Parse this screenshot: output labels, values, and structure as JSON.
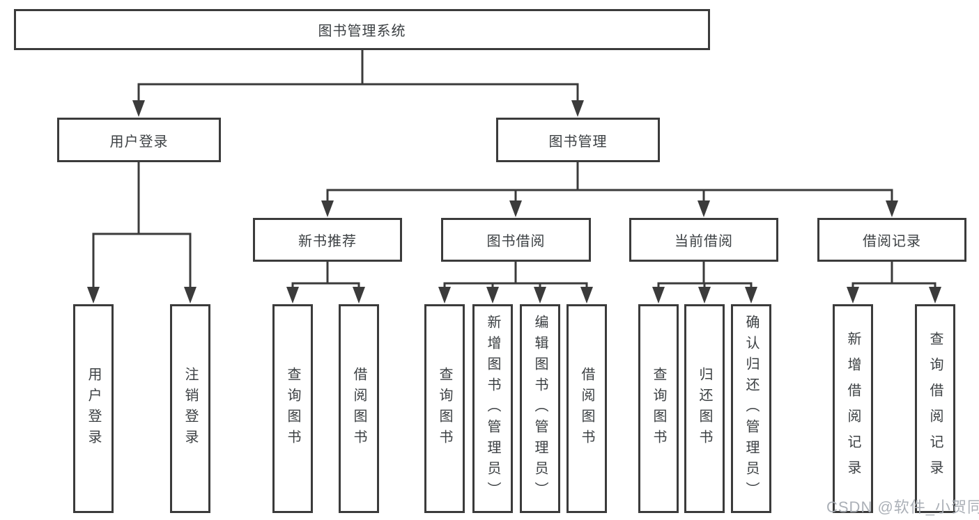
{
  "diagram": {
    "root": {
      "label": "图书管理系统"
    },
    "level2": [
      {
        "label": "用户登录"
      },
      {
        "label": "图书管理"
      }
    ],
    "level3": [
      {
        "label": "新书推荐",
        "parent": "图书管理"
      },
      {
        "label": "图书借阅",
        "parent": "图书管理"
      },
      {
        "label": "当前借阅",
        "parent": "图书管理"
      },
      {
        "label": "借阅记录",
        "parent": "图书管理"
      }
    ],
    "leaves": [
      {
        "label": "用户登录",
        "parent": "用户登录"
      },
      {
        "label": "注销登录",
        "parent": "用户登录"
      },
      {
        "label": "查询图书",
        "parent": "新书推荐"
      },
      {
        "label": "借阅图书",
        "parent": "新书推荐"
      },
      {
        "label": "查询图书",
        "parent": "图书借阅"
      },
      {
        "label": "新增图书（管理员）",
        "parent": "图书借阅"
      },
      {
        "label": "编辑图书（管理员）",
        "parent": "图书借阅"
      },
      {
        "label": "借阅图书",
        "parent": "图书借阅"
      },
      {
        "label": "查询图书",
        "parent": "当前借阅"
      },
      {
        "label": "归还图书",
        "parent": "当前借阅"
      },
      {
        "label": "确认归还（管理员）",
        "parent": "当前借阅"
      },
      {
        "label": "新增借阅记录",
        "parent": "借阅记录"
      },
      {
        "label": "查询借阅记录",
        "parent": "借阅记录"
      }
    ]
  },
  "watermark": "CSDN @软件_小贺同学",
  "colors": {
    "line": "#3b3b3b",
    "text": "#3c4043",
    "background": "#ffffff",
    "watermark": "#a7acb3"
  }
}
